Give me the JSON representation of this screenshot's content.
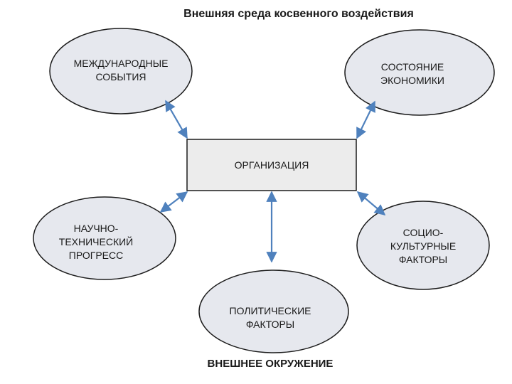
{
  "diagram": {
    "title": "Внешняя среда косвенного воздействия",
    "center": "ОРГАНИЗАЦИЯ",
    "nodes": {
      "international": "МЕЖДУНАРОДНЫЕ\nСОБЫТИЯ",
      "economy": "СОСТОЯНИЕ\nЭКОНОМИКИ",
      "scitech": "НАУЧНО-\nТЕХНИЧЕСКИЙ\nПРОГРЕСС",
      "sociocultural": "СОЦИО-\nКУЛЬТУРНЫЕ\nФАКТОРЫ",
      "political": "ПОЛИТИЧЕСКИЕ\nФАКТОРЫ"
    },
    "footer": "ВНЕШНЕЕ ОКРУЖЕНИЕ",
    "colors": {
      "node_fill": "#e6e8ee",
      "node_stroke": "#1c1c1c",
      "center_fill": "#ececec",
      "arrow": "#4f81bd"
    }
  }
}
